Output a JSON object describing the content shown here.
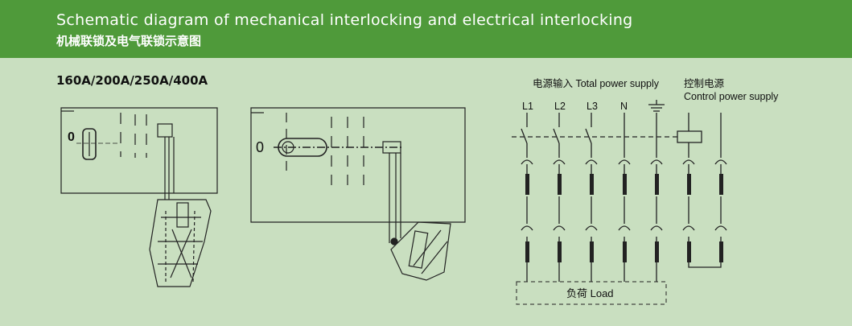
{
  "header": {
    "title_en": "Schematic diagram of mechanical interlocking and electrical interlocking",
    "title_cn": "机械联锁及电气联锁示意图"
  },
  "model_label": "160A/200A/250A/400A",
  "switch_labels": {
    "left_position": "0",
    "right_position": "0"
  },
  "circuit": {
    "total_supply": "电源输入 Total power supply",
    "control_cn": "控制电源",
    "control_en": "Control power supply",
    "phases": [
      "L1",
      "L2",
      "L3",
      "N"
    ],
    "load": "负荷 Load"
  },
  "colors": {
    "banner": "#4f9a3a",
    "background": "#c9dfc0",
    "line": "#222222"
  }
}
